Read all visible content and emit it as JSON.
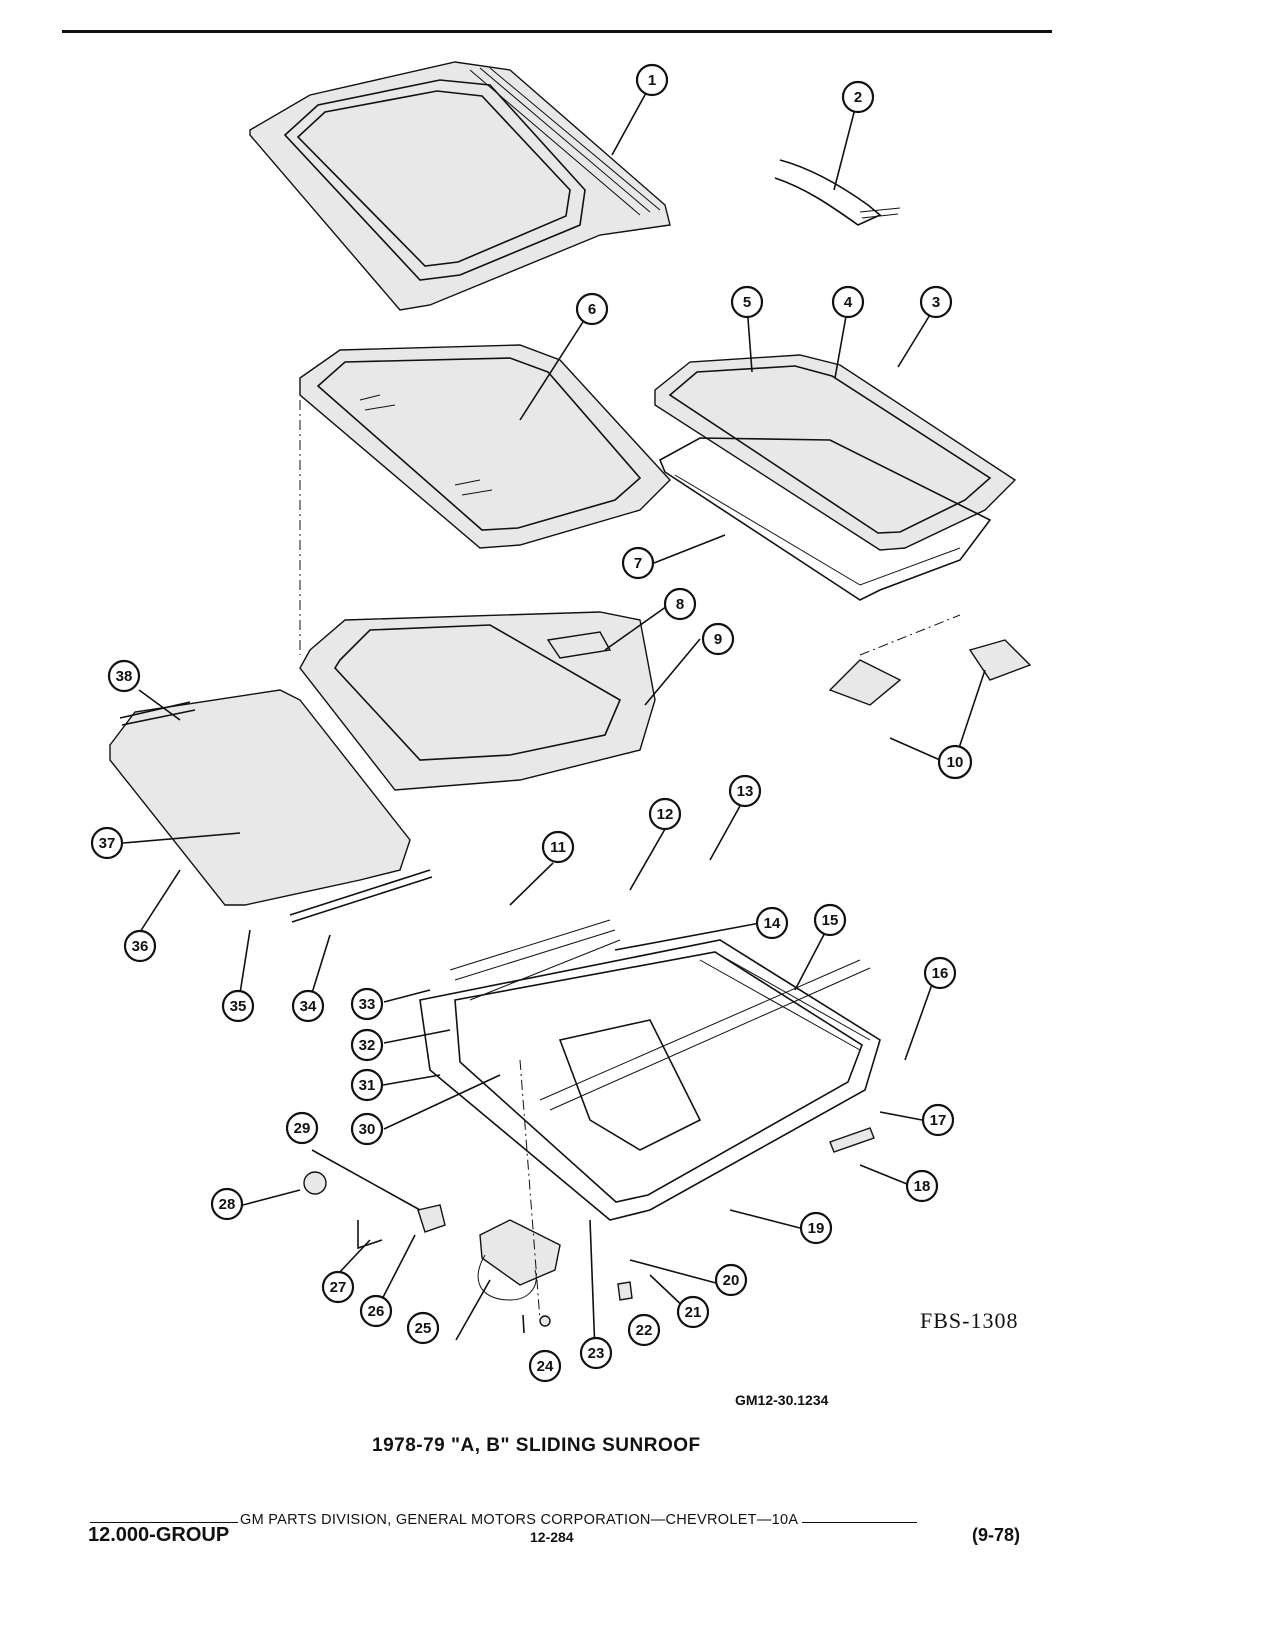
{
  "diagram": {
    "reference_code": "FBS-1308",
    "figure_code": "GM12-30.1234",
    "title": "1978-79 \"A, B\" SLIDING SUNROOF",
    "callouts": [
      "1",
      "2",
      "3",
      "4",
      "5",
      "6",
      "7",
      "8",
      "9",
      "10",
      "11",
      "12",
      "13",
      "14",
      "15",
      "16",
      "17",
      "18",
      "19",
      "20",
      "21",
      "22",
      "23",
      "24",
      "25",
      "26",
      "27",
      "28",
      "29",
      "30",
      "31",
      "32",
      "33",
      "34",
      "35",
      "36",
      "37",
      "38"
    ]
  },
  "footer": {
    "publisher_line": "GM PARTS DIVISION, GENERAL MOTORS CORPORATION—CHEVROLET—10A",
    "group": "12.000-GROUP",
    "page": "12-284",
    "revision": "(9-78)"
  }
}
